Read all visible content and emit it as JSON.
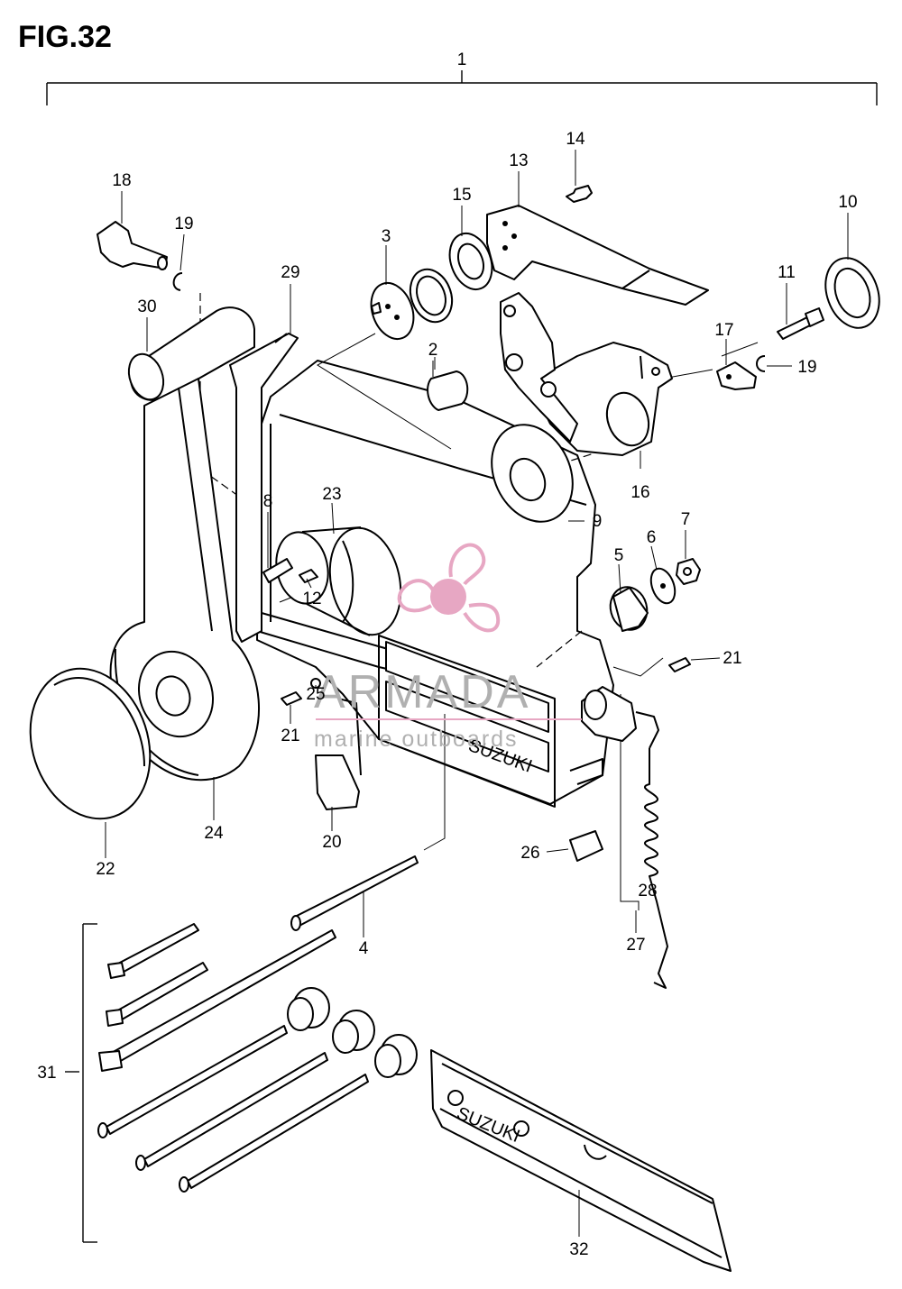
{
  "figure": {
    "title": "FIG.32"
  },
  "watermark": {
    "brand": "ARMADA",
    "tagline": "marine outboards",
    "logo_color": "#e7a7c3",
    "text_color": "#b0b0b0"
  },
  "assembly_marks": {
    "side_plate_text": "SUZUKI",
    "handle_plate_text": "SUZUKI"
  },
  "callouts": [
    "1",
    "2",
    "3",
    "4",
    "5",
    "6",
    "7",
    "8",
    "9",
    "10",
    "11",
    "12",
    "13",
    "14",
    "15",
    "16",
    "17",
    "18",
    "19",
    "19",
    "20",
    "21",
    "21",
    "22",
    "23",
    "24",
    "25",
    "26",
    "27",
    "28",
    "29",
    "30",
    "31",
    "32"
  ]
}
